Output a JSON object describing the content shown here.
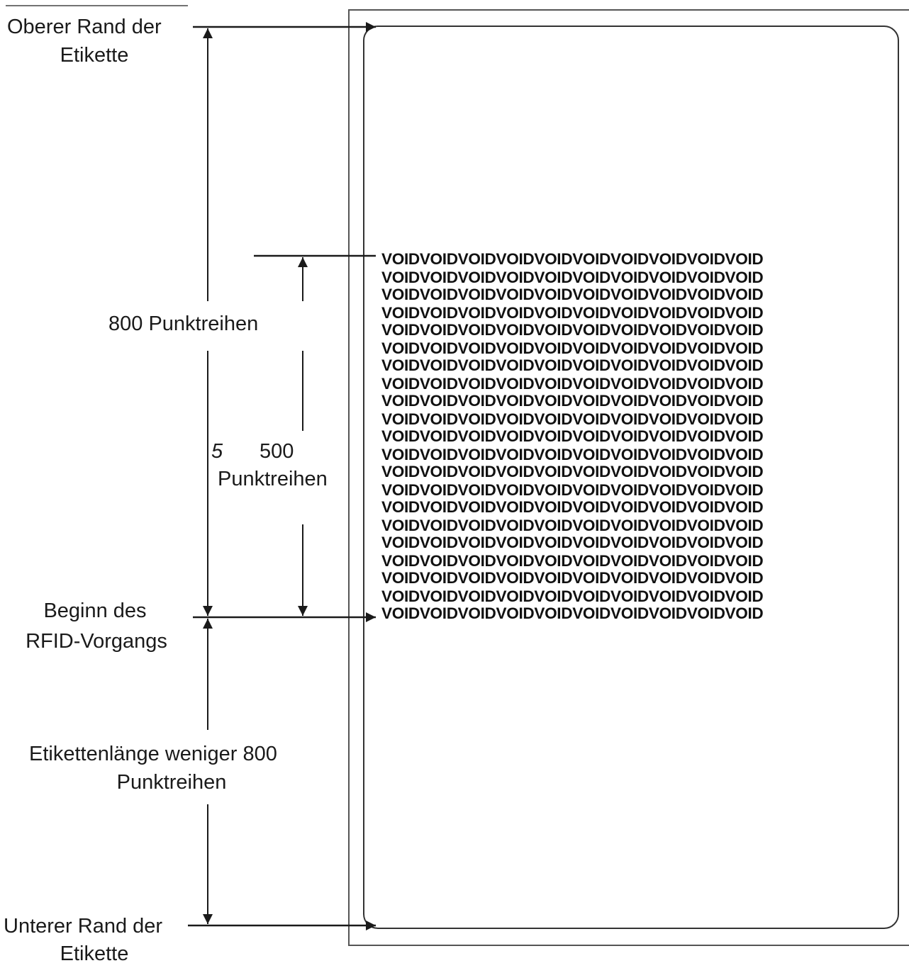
{
  "labels": {
    "top_edge": "Oberer Rand der",
    "top_edge_2": "Etikette",
    "dots_800": "800 Punktreihen",
    "five": "5",
    "dots_500": "500",
    "dots_500_2": "Punktreihen",
    "rfid_start": "Beginn des",
    "rfid_start_2": "RFID-Vorgangs",
    "remaining": "Etikettenlänge weniger 800",
    "remaining_2": "Punktreihen",
    "bottom_edge": "Unterer Rand der",
    "bottom_edge_2": "Etikette"
  },
  "void_pattern": {
    "text": "VOIDVOIDVOIDVOIDVOIDVOIDVOIDVOIDVOIDVOID",
    "rows": 21
  },
  "colors": {
    "line": "#1a1a1a",
    "label_border": "#555555"
  }
}
